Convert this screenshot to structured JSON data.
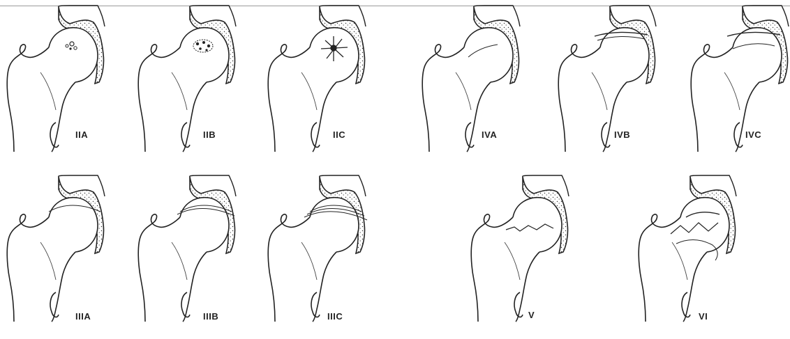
{
  "labels": {
    "IIA": "IIA",
    "IIB": "IIB",
    "IIC": "IIC",
    "IVA": "IVA",
    "IVB": "IVB",
    "IVC": "IVC",
    "IIIA": "IIIA",
    "IIIB": "IIIB",
    "IIIC": "IIIC",
    "V": "V",
    "VI": "VI"
  }
}
